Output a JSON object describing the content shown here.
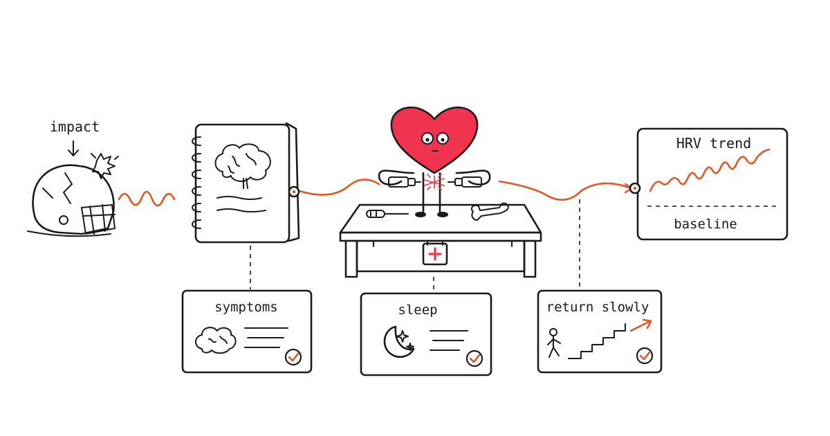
{
  "labels": {
    "impact": "impact",
    "hrv_trend": "HRV trend",
    "baseline": "baseline"
  },
  "cards": {
    "symptoms": "symptoms",
    "sleep": "sleep",
    "return_slowly": "return slowly"
  },
  "colors": {
    "accent": "#e8541e",
    "heart": "#f0344f",
    "ink": "#1a1a1a",
    "background": "#ffffff"
  },
  "icons": [
    "cracked-helmet-icon",
    "impact-burst-icon",
    "spiral-notebook-icon",
    "brain-icon",
    "heart-character-icon",
    "connector-plug-icon",
    "screwdriver-icon",
    "wrench-icon",
    "first-aid-kit-icon",
    "fog-cloud-icon",
    "moon-stars-icon",
    "walking-person-icon",
    "stairs-icon",
    "checkmark-icon"
  ]
}
